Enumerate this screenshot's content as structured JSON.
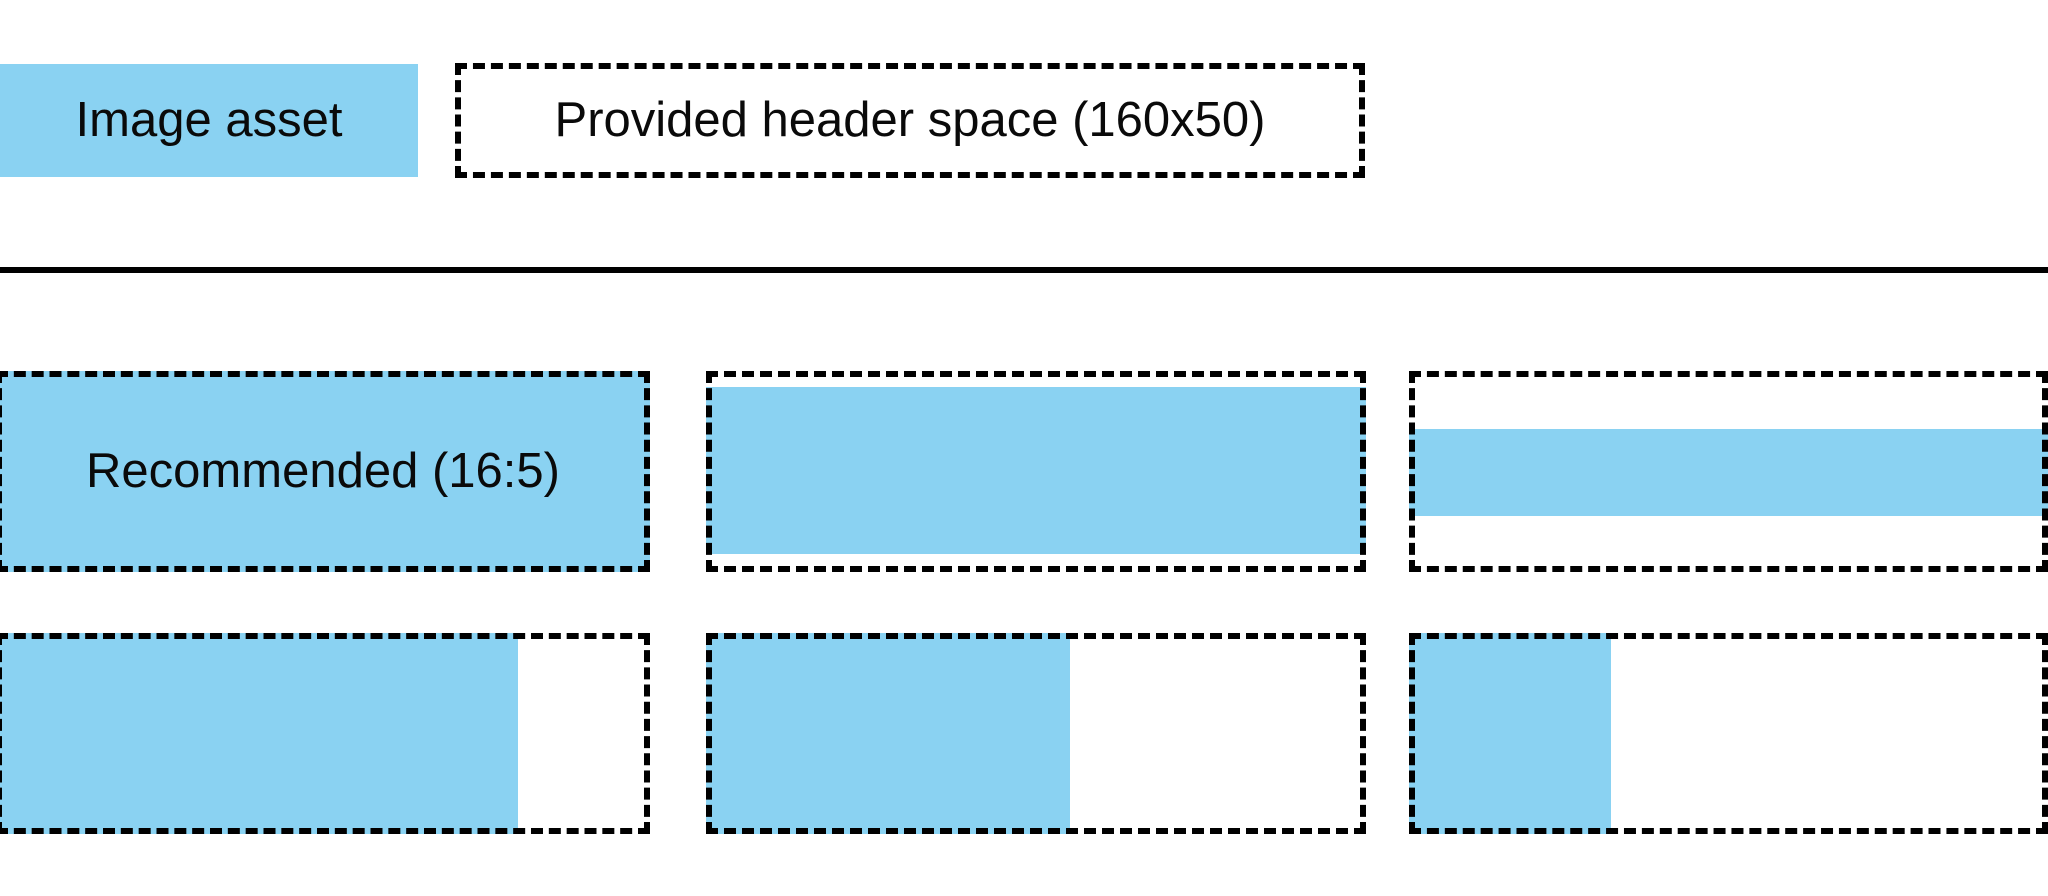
{
  "colors": {
    "asset_blue": "#8ad2f2",
    "outline_black": "#000000",
    "text_black": "#0a0a0a",
    "page_background": "#ffffff"
  },
  "legend": {
    "image_asset_label": "Image asset",
    "header_space_label": "Provided header space (160x50)"
  },
  "examples": {
    "recommended_label": "Recommended (16:5)"
  }
}
